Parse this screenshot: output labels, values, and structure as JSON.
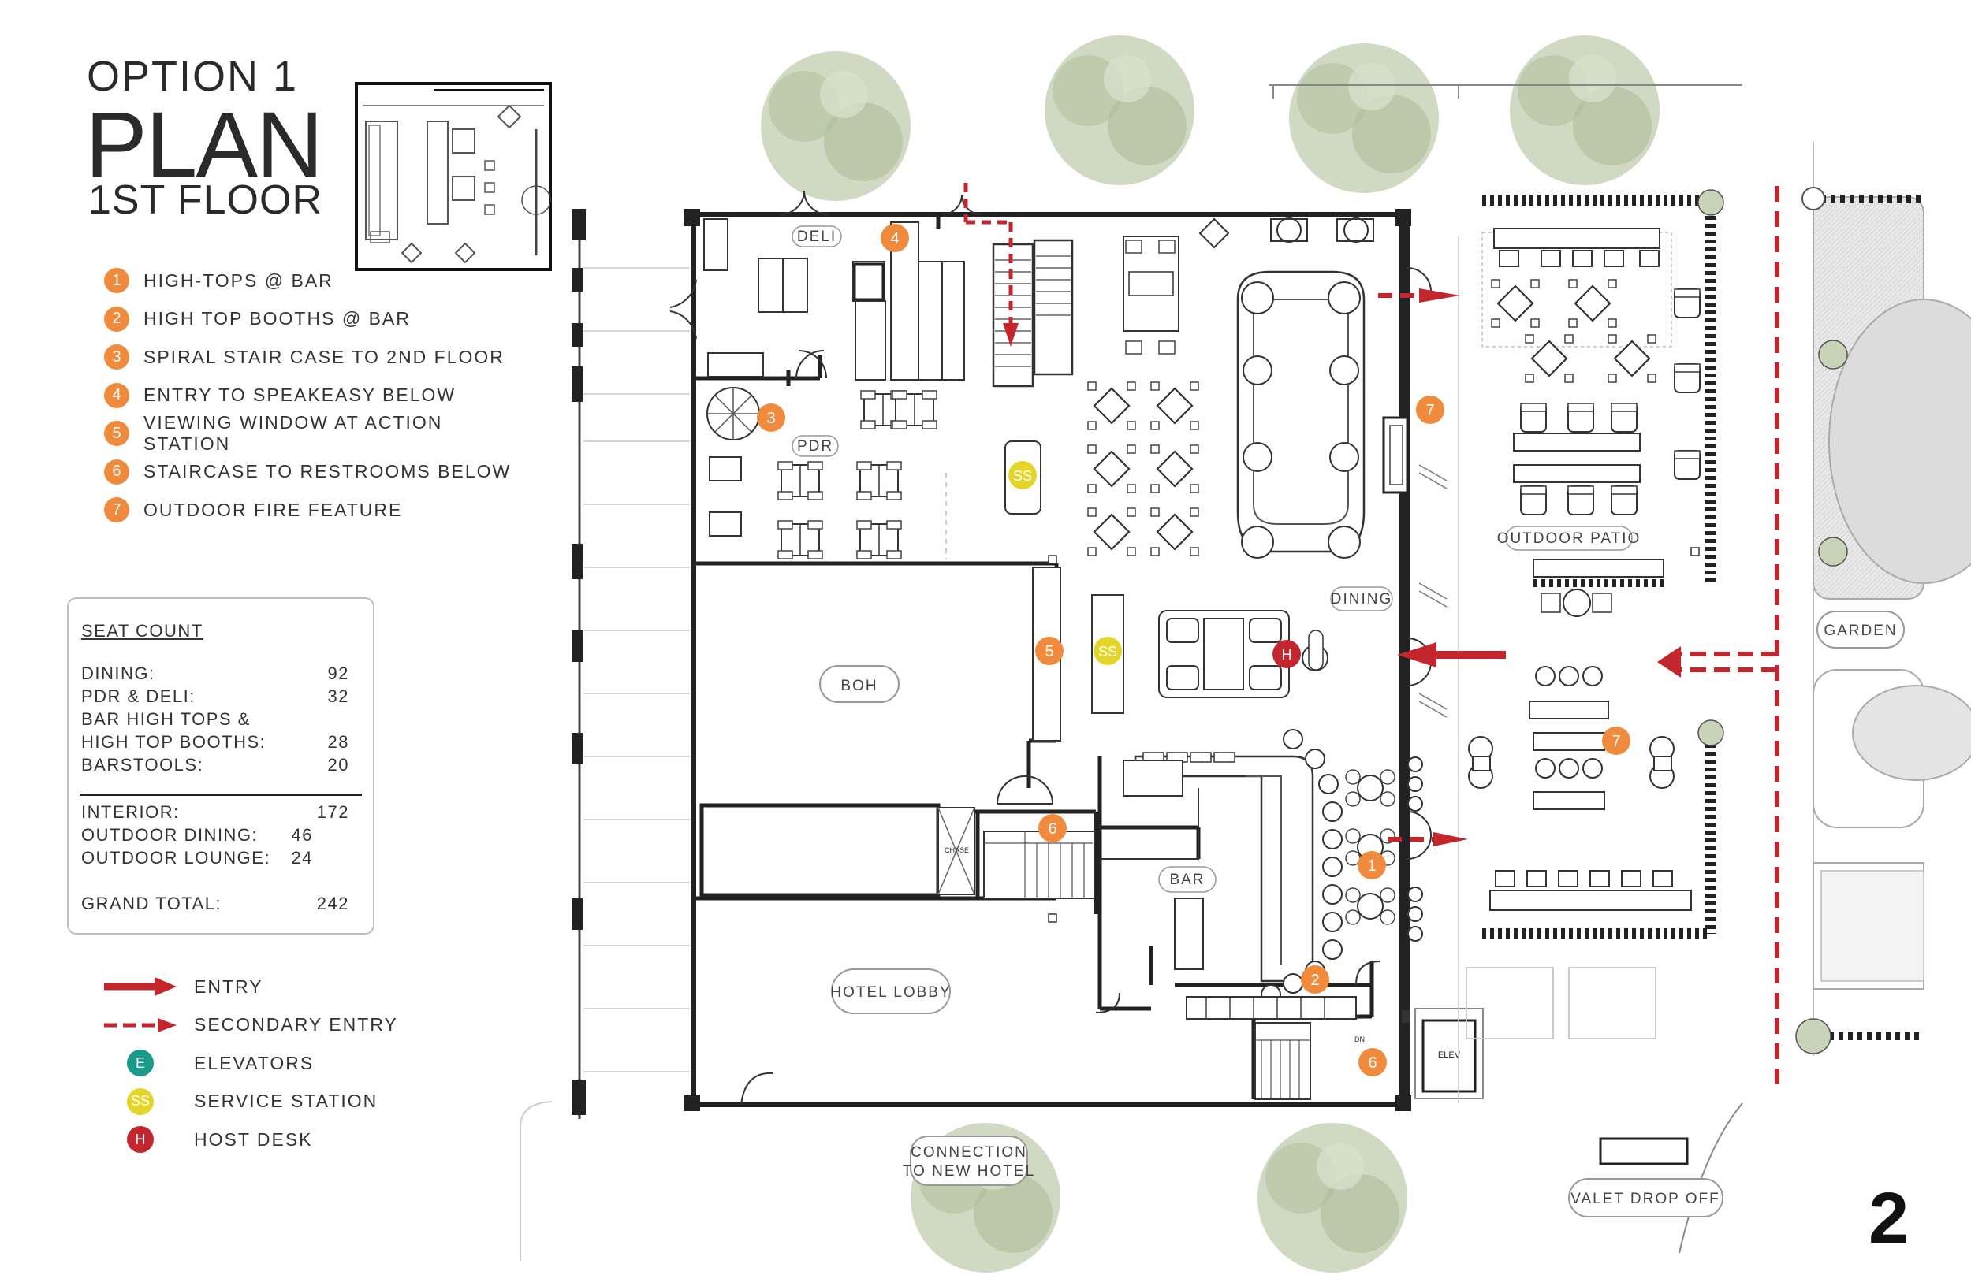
{
  "title": {
    "option": "OPTION 1",
    "main": "PLAN",
    "floor": "1ST FLOOR"
  },
  "keynotes": [
    {
      "num": "1",
      "label": "HIGH-TOPS @ BAR"
    },
    {
      "num": "2",
      "label": "HIGH TOP BOOTHS @ BAR"
    },
    {
      "num": "3",
      "label": "SPIRAL STAIR CASE TO 2ND FLOOR"
    },
    {
      "num": "4",
      "label": "ENTRY TO SPEAKEASY BELOW"
    },
    {
      "num": "5",
      "label": "VIEWING WINDOW AT ACTION STATION"
    },
    {
      "num": "6",
      "label": "STAIRCASE TO RESTROOMS BELOW"
    },
    {
      "num": "7",
      "label": "OUTDOOR FIRE FEATURE"
    }
  ],
  "seat_count": {
    "title": "SEAT COUNT",
    "rows": [
      {
        "label": "DINING:",
        "value": "92"
      },
      {
        "label": "PDR & DELI:",
        "value": "32"
      },
      {
        "label": "BAR HIGH TOPS &",
        "value": ""
      },
      {
        "label": "HIGH TOP BOOTHS:",
        "value": "28"
      },
      {
        "label": "BARSTOOLS:",
        "value": "20"
      },
      {
        "label": "INTERIOR:",
        "value": "172"
      },
      {
        "label": "OUTDOOR DINING:",
        "value": "46"
      },
      {
        "label": "OUTDOOR LOUNGE:",
        "value": "24"
      },
      {
        "label": "GRAND TOTAL:",
        "value": "242"
      }
    ]
  },
  "legend": [
    {
      "symbol": "entry-arrow",
      "label": "ENTRY"
    },
    {
      "symbol": "secondary-entry-arrow",
      "label": "SECONDARY ENTRY"
    },
    {
      "symbol": "E",
      "label": "ELEVATORS",
      "color": "#1a9a8a"
    },
    {
      "symbol": "SS",
      "label": "SERVICE STATION",
      "color": "#e3d52a"
    },
    {
      "symbol": "H",
      "label": "HOST DESK",
      "color": "#c4262e"
    }
  ],
  "room_labels": {
    "deli": "DELI",
    "pdr": "PDR",
    "boh": "BOH",
    "dining": "DINING",
    "bar": "BAR",
    "hotel_lobby": "HOTEL LOBBY",
    "outdoor_patio": "OUTDOOR PATIO",
    "garden": "GARDEN",
    "connection_1": "CONNECTION",
    "connection_2": "TO NEW HOTEL",
    "valet": "VALET DROP OFF",
    "elev": "ELEV",
    "chase": "CHASE",
    "ss": "SS",
    "h": "H",
    "dn": "DN"
  },
  "colors": {
    "keynote": "#f08a3c",
    "entry": "#c4262e",
    "service": "#e3d52a",
    "host": "#c4262e",
    "elevator": "#1a9a8a",
    "tree": "#c8d3b8"
  },
  "page_number": "2"
}
